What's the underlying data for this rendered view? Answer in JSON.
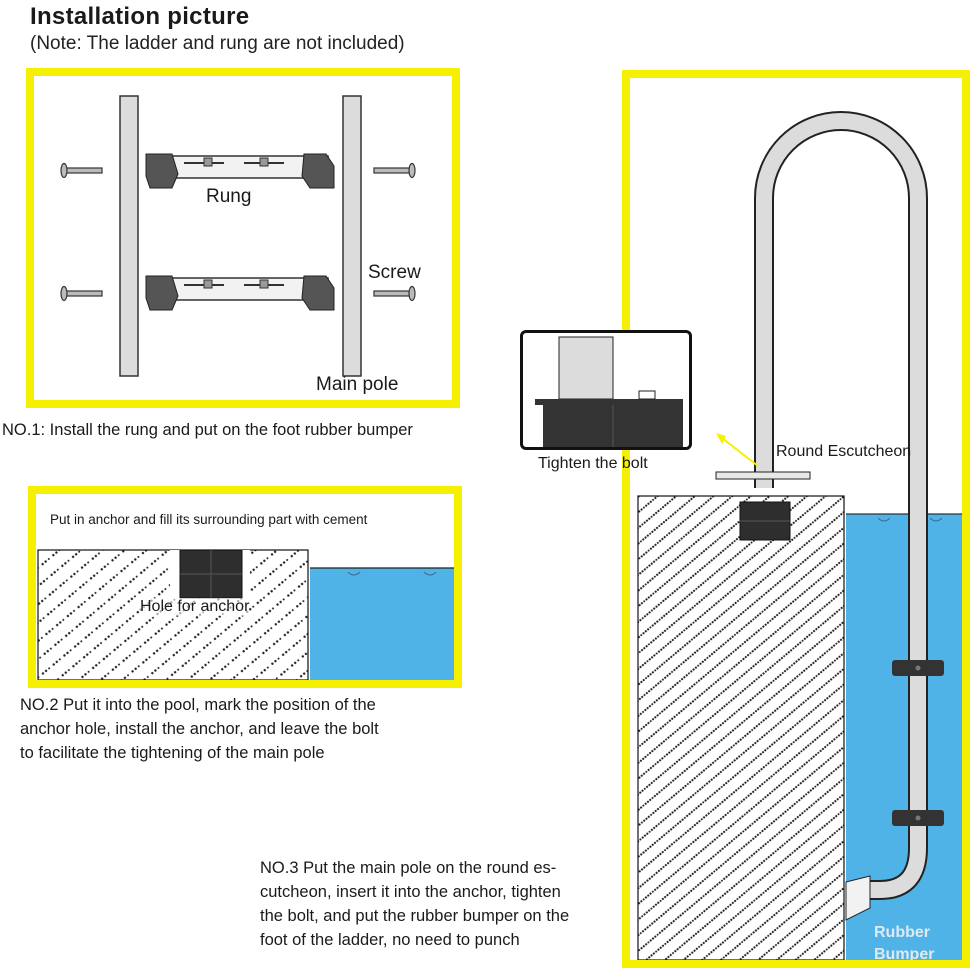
{
  "header": {
    "title": "Installation picture",
    "note": "(Note: The ladder and rung are not included)"
  },
  "panel1": {
    "labels": {
      "rung": "Rung",
      "screw": "Screw",
      "main_pole": "Main pole"
    },
    "caption": "NO.1: Install the rung and put on the foot rubber bumper"
  },
  "panel2": {
    "heading": "Put in anchor and fill its surrounding part with cement",
    "labels": {
      "hole_for_anchor": "Hole for anchor"
    },
    "caption_lines": [
      "NO.2 Put it into the pool, mark the position of the",
      "anchor hole, install the anchor, and leave the bolt",
      "to facilitate the tightening of the main pole"
    ]
  },
  "panel3": {
    "labels": {
      "tighten_the_bolt": "Tighten the bolt",
      "round_escutcheon": "Round Escutcheon",
      "rubber": "Rubber",
      "bumper": "Bumper"
    },
    "caption_lines": [
      "NO.3 Put the main pole on the round es-",
      "cutcheon, insert it into the anchor, tighten",
      "the bolt, and put the rubber bumper on the",
      "foot of the ladder, no need to punch"
    ]
  },
  "colors": {
    "frame_yellow": "#f5f000",
    "water_blue": "#4fb3e8",
    "anchor_dark": "#2e2e2e",
    "pole_gray": "#d9d9d9",
    "rubber_text": "#dfe9f0"
  }
}
